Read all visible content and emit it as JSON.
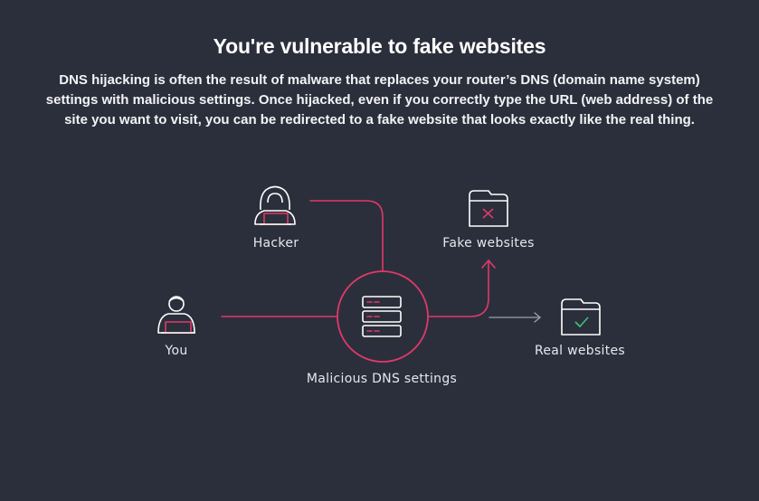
{
  "heading": "You're vulnerable to fake websites",
  "description": "DNS hijacking is often the result of malware that replaces your router’s DNS (domain name system) settings with malicious settings. Once hijacked, even if you correctly type the URL (web address) of the site you want to visit, you can be redirected to a fake website that looks exactly like the real thing.",
  "nodes": {
    "hacker": "Hacker",
    "you": "You",
    "dns": "Malicious DNS settings",
    "fake": "Fake websites",
    "real": "Real websites"
  },
  "colors": {
    "background": "#2b2f3b",
    "accent": "#e0396a",
    "icon": "#ffffff",
    "muted_arrow": "#9aa0ad",
    "check": "#3ec27a"
  }
}
